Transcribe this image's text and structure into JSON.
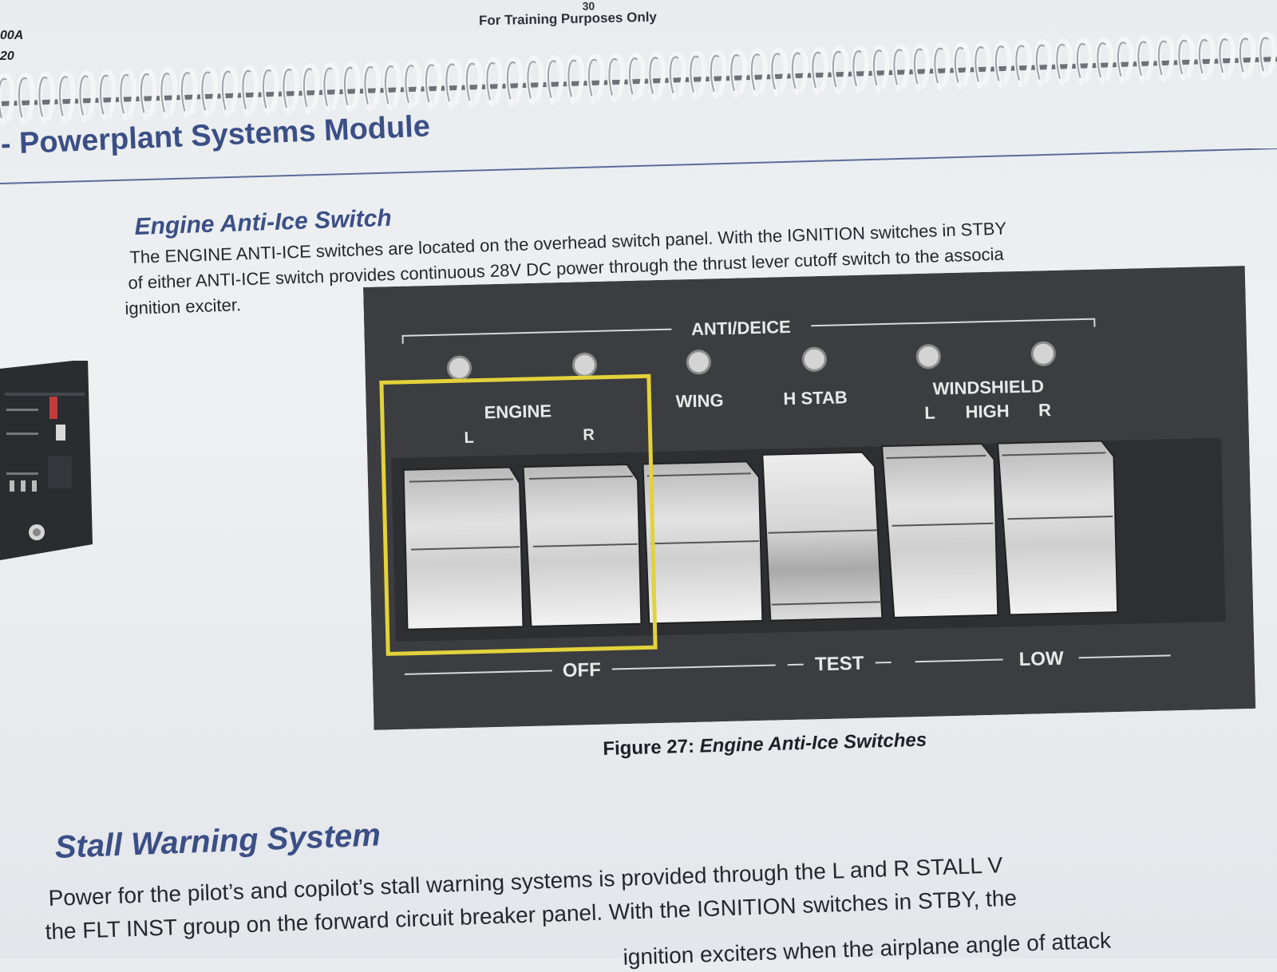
{
  "header": {
    "left_line1": "00A",
    "left_line2": "20",
    "center_page": "30",
    "center_notice": "For Training Purposes Only"
  },
  "module": {
    "title": "- Powerplant Systems Module"
  },
  "section1": {
    "heading": "Engine Anti-Ice Switch",
    "lines": [
      "The ENGINE ANTI-ICE switches are located on the overhead switch panel. With the IGNITION switches in STBY",
      "of either ANTI-ICE switch provides continuous 28V DC power through the thrust lever cutoff switch to the associa",
      "ignition exciter."
    ]
  },
  "panel": {
    "group_label": "ANTI/DEICE",
    "engine_label": "ENGINE",
    "engine_l": "L",
    "engine_r": "R",
    "wing_label": "WING",
    "hstab_label": "H STAB",
    "windshield_label": "WINDSHIELD",
    "windshield_l": "L",
    "windshield_high": "HIGH",
    "windshield_r": "R",
    "off_label": "OFF",
    "test_label": "TEST",
    "low_label": "LOW",
    "highlight_color": "#e3d23a",
    "panel_color": "#3b3d40"
  },
  "figure": {
    "number": "Figure 27:",
    "title": "Engine Anti-Ice Switches"
  },
  "section2": {
    "heading": "Stall Warning System",
    "lines": [
      "Power for the pilot’s and copilot’s stall warning systems is provided through the L and R STALL V",
      "the FLT INST group on the forward circuit breaker panel. With the IGNITION switches in STBY, the",
      "ignition exciters when the airplane angle of attack"
    ]
  }
}
